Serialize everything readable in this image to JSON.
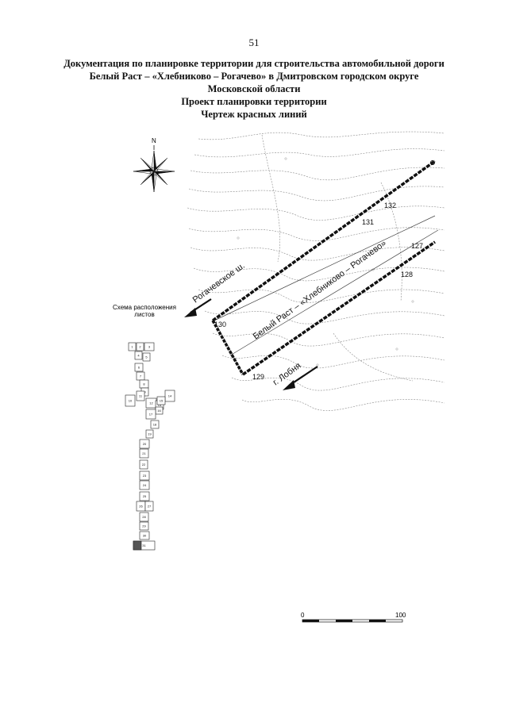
{
  "page_number": "51",
  "header": {
    "line1": "Документация по планировке территории для строительства автомобильной дороги",
    "line2": "Белый Раст – «Хлебниково – Рогачево» в Дмитровском городском округе",
    "line3": "Московской области",
    "line4": "Проект планировки территории",
    "line5": "Чертеж красных линий"
  },
  "compass": {
    "north_label": "N"
  },
  "map": {
    "road_label": "Белый Раст – «Хлебниково – Рогачево»",
    "direction_upper": "Рогачевское ш.",
    "direction_lower": "г. Лобня",
    "points": [
      {
        "label": "132"
      },
      {
        "label": "131"
      },
      {
        "label": "127"
      },
      {
        "label": "128"
      },
      {
        "label": "130"
      },
      {
        "label": "129"
      }
    ]
  },
  "inset": {
    "title_line1": "Схема расположения",
    "title_line2": "листов",
    "sheets": [
      "1",
      "2",
      "3",
      "4",
      "5",
      "6",
      "7",
      "8",
      "9",
      "10",
      "11",
      "12",
      "13",
      "14",
      "15",
      "16",
      "17",
      "18",
      "19",
      "20",
      "21",
      "22",
      "23",
      "24",
      "25",
      "26",
      "27",
      "28",
      "29",
      "30",
      "31"
    ],
    "current_sheet": "31"
  },
  "scale_bar": {
    "start_label": "0",
    "end_label": "100"
  }
}
